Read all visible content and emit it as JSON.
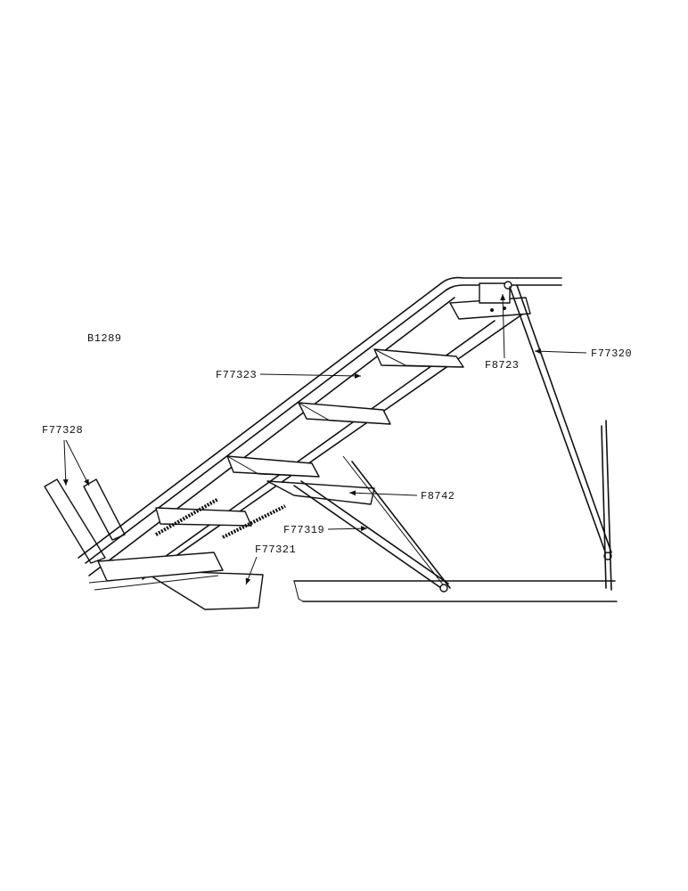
{
  "diagram": {
    "figure_id": "B1289",
    "parts": {
      "rail": "F77323",
      "step_support": "F8723",
      "brace_rod": "F77320",
      "side_bars": "F77328",
      "bracket": "F8742",
      "strut": "F77319",
      "base_plate": "F77321"
    }
  }
}
